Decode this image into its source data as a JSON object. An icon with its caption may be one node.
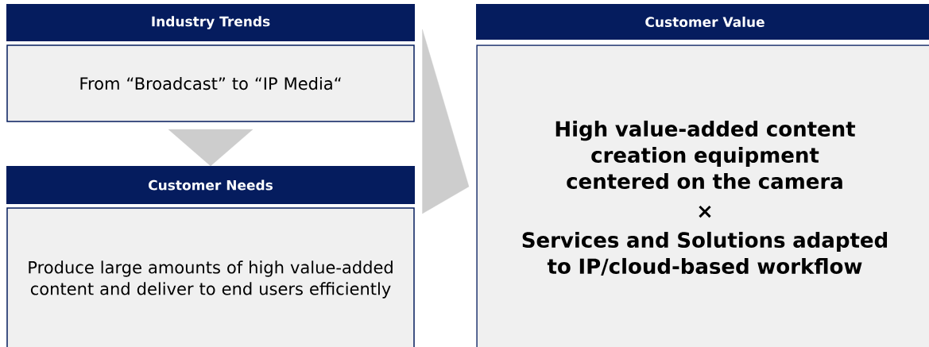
{
  "diagram": {
    "nodes": [
      {
        "text": [
          "Industry Trends",
          "From “Broadcast” to “IP Media“"
        ]
      },
      {
        "text": [
          "Customer Needs",
          "Produce large amounts of high value-added content and deliver to end users efficiently"
        ]
      },
      {
        "text": [
          "Customer Value",
          "High value-added content creation equipment centered on the camera",
          "×",
          "Services and Solutions adapted to IP/cloud-based workflow"
        ]
      }
    ],
    "edges": [
      {
        "from": 0,
        "to": 1,
        "arrow": "to"
      },
      {
        "from": 0,
        "to": 2,
        "arrow": "to"
      },
      {
        "from": 1,
        "to": 2,
        "arrow": "to"
      }
    ]
  }
}
